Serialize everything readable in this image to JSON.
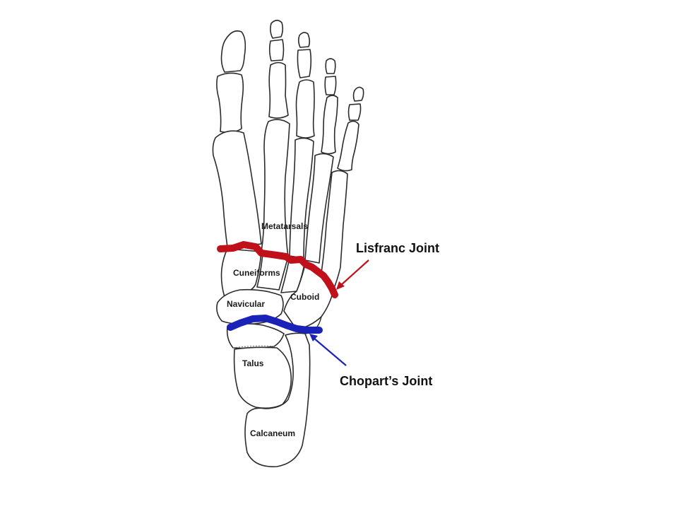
{
  "labels": {
    "metatarsals": "Metatarsals",
    "cuneiforms": "Cuneiforms",
    "cuboid": "Cuboid",
    "navicular": "Navicular",
    "talus": "Talus",
    "calcaneum": "Calcaneum"
  },
  "callouts": {
    "lisfranc": "Lisfranc Joint",
    "chopart": "Chopart’s Joint"
  },
  "colors": {
    "lisfranc": "#c0101a",
    "chopart": "#1a22b8",
    "outline": "#2b2b2b"
  }
}
